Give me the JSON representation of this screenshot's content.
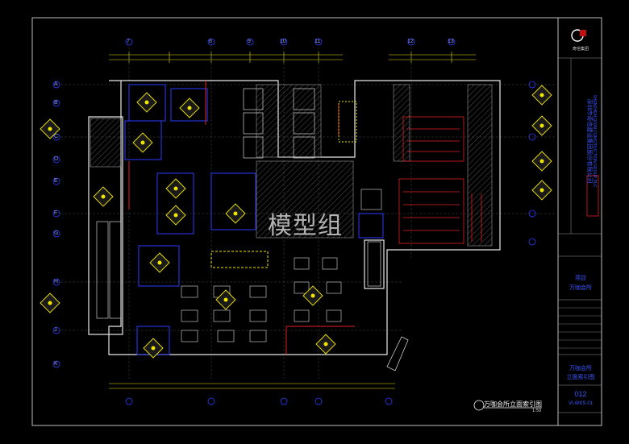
{
  "watermark": "模型组",
  "drawing_caption": "万咖会所立面索引图",
  "drawing_scale": "1:50",
  "title_block": {
    "company_cn": "深圳市奇信建设集团股份有限公司",
    "company_en": "SHENZHEN QIXIN CONSTRUCTION GROUP PLC",
    "logo_text": "奇信集团",
    "project_label": "项目",
    "project_name": "万咖会所",
    "drawing_name_1": "万咖会所",
    "drawing_name_2": "立面索引图",
    "sheet_no": "012",
    "sheet_code": "VI-WKS-01"
  },
  "grid_labels_top": [
    "7",
    "8",
    "9",
    "10",
    "11",
    "12",
    "13"
  ],
  "grid_labels_left": [
    "A",
    "B",
    "C",
    "D",
    "E",
    "F",
    "G",
    "H",
    "J",
    "K"
  ],
  "colors": {
    "wall": "#e8e8e8",
    "furniture_red": "#e02020",
    "room_blue": "#2a3cff",
    "tag_yellow": "#f2e600",
    "grid_cyan": "#00c8d0",
    "frame": "#c8c8c8"
  }
}
